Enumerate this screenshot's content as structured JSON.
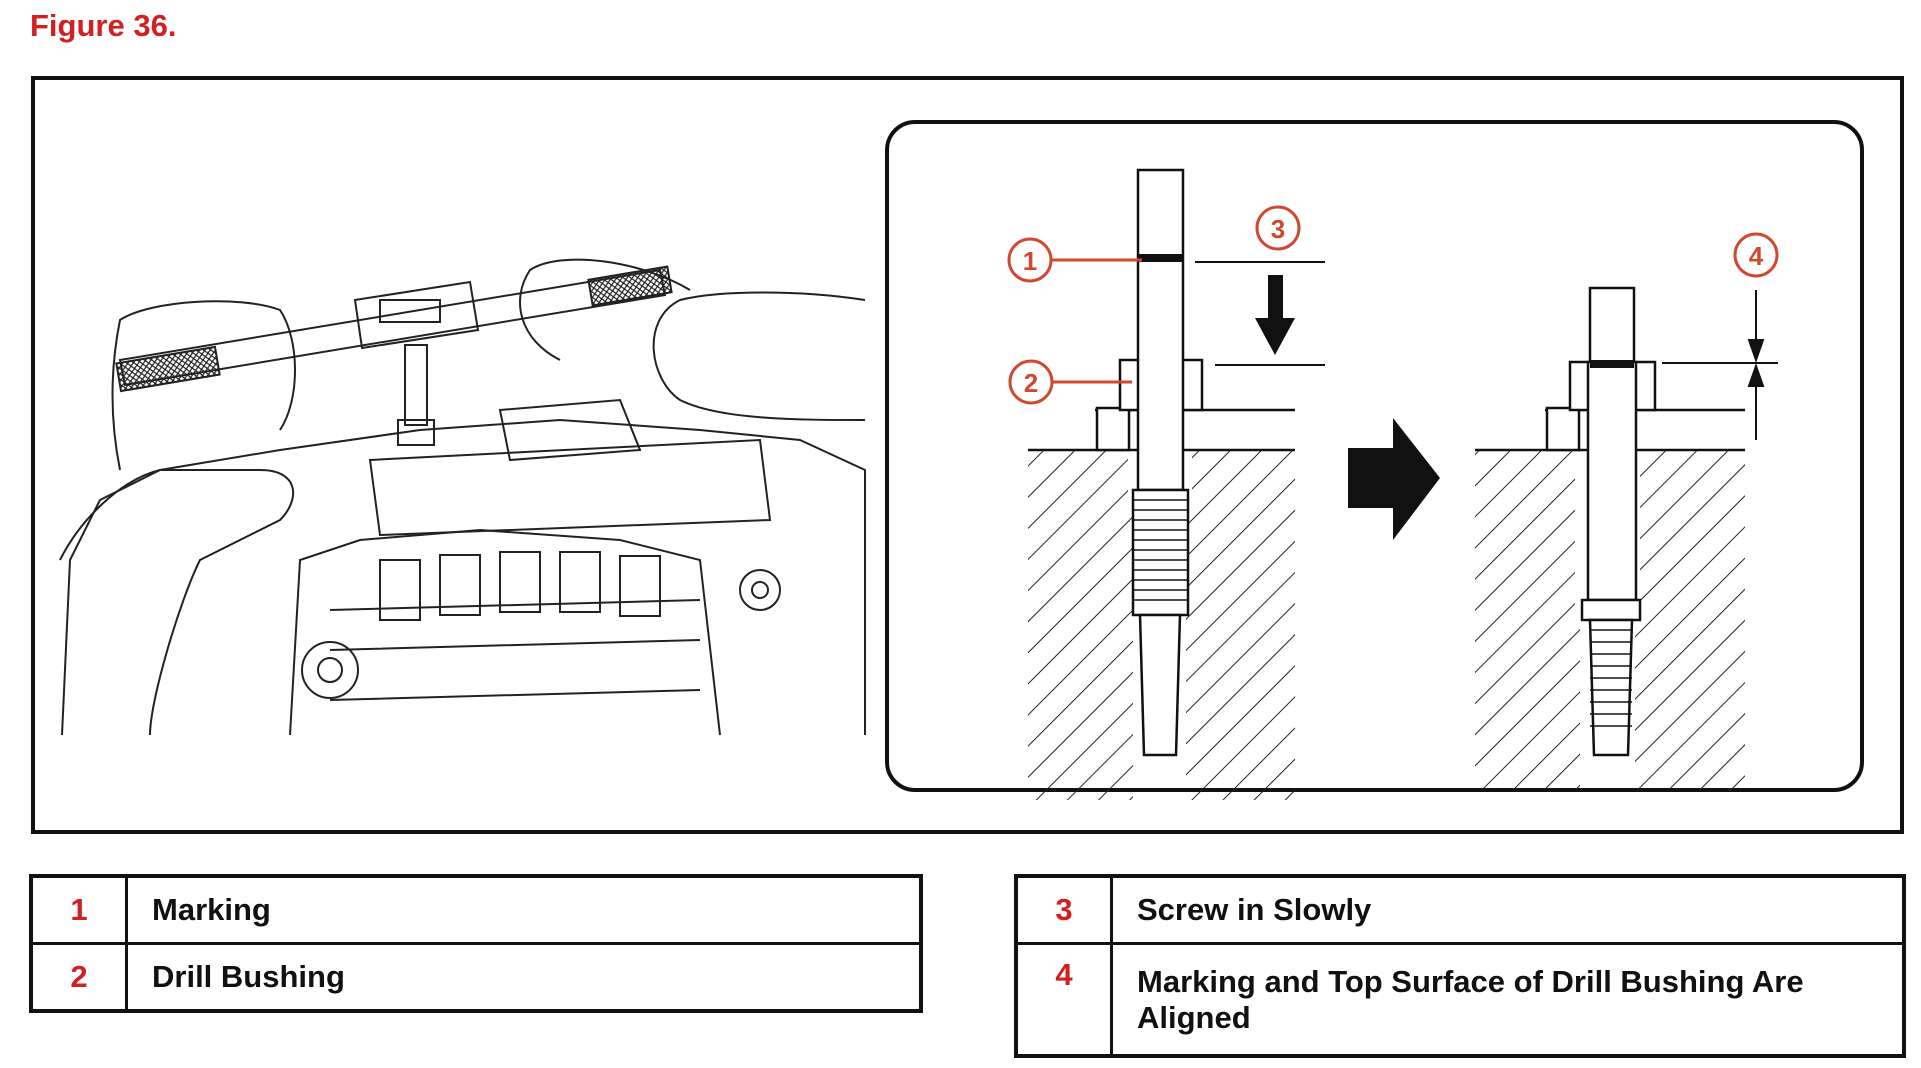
{
  "figure": {
    "title": "Figure 36."
  },
  "callouts": [
    {
      "number": "1",
      "label": "Marking"
    },
    {
      "number": "2",
      "label": "Drill Bushing"
    },
    {
      "number": "3",
      "label": "Screw in Slowly"
    },
    {
      "number": "4",
      "label": "Marking and Top Surface of Drill Bushing Are Aligned"
    }
  ],
  "colors": {
    "accent": "#d21f1f",
    "callout_circle": "#d0492f",
    "line": "#111111"
  },
  "icons": [
    "tap-wrench-illustration",
    "down-arrow-icon",
    "right-arrow-icon",
    "dimension-arrow-icon"
  ]
}
